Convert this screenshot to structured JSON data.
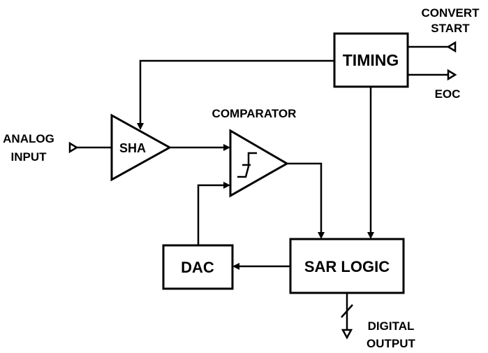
{
  "labels": {
    "convert_start_line1": "CONVERT",
    "convert_start_line2": "START",
    "timing": "TIMING",
    "eoc": "EOC",
    "analog_input_line1": "ANALOG",
    "analog_input_line2": "INPUT",
    "sha": "SHA",
    "comparator": "COMPARATOR",
    "dac": "DAC",
    "sar_logic": "SAR LOGIC",
    "digital_output_line1": "DIGITAL",
    "digital_output_line2": "OUTPUT"
  },
  "colors": {
    "line": "#000000",
    "background": "#ffffff"
  }
}
